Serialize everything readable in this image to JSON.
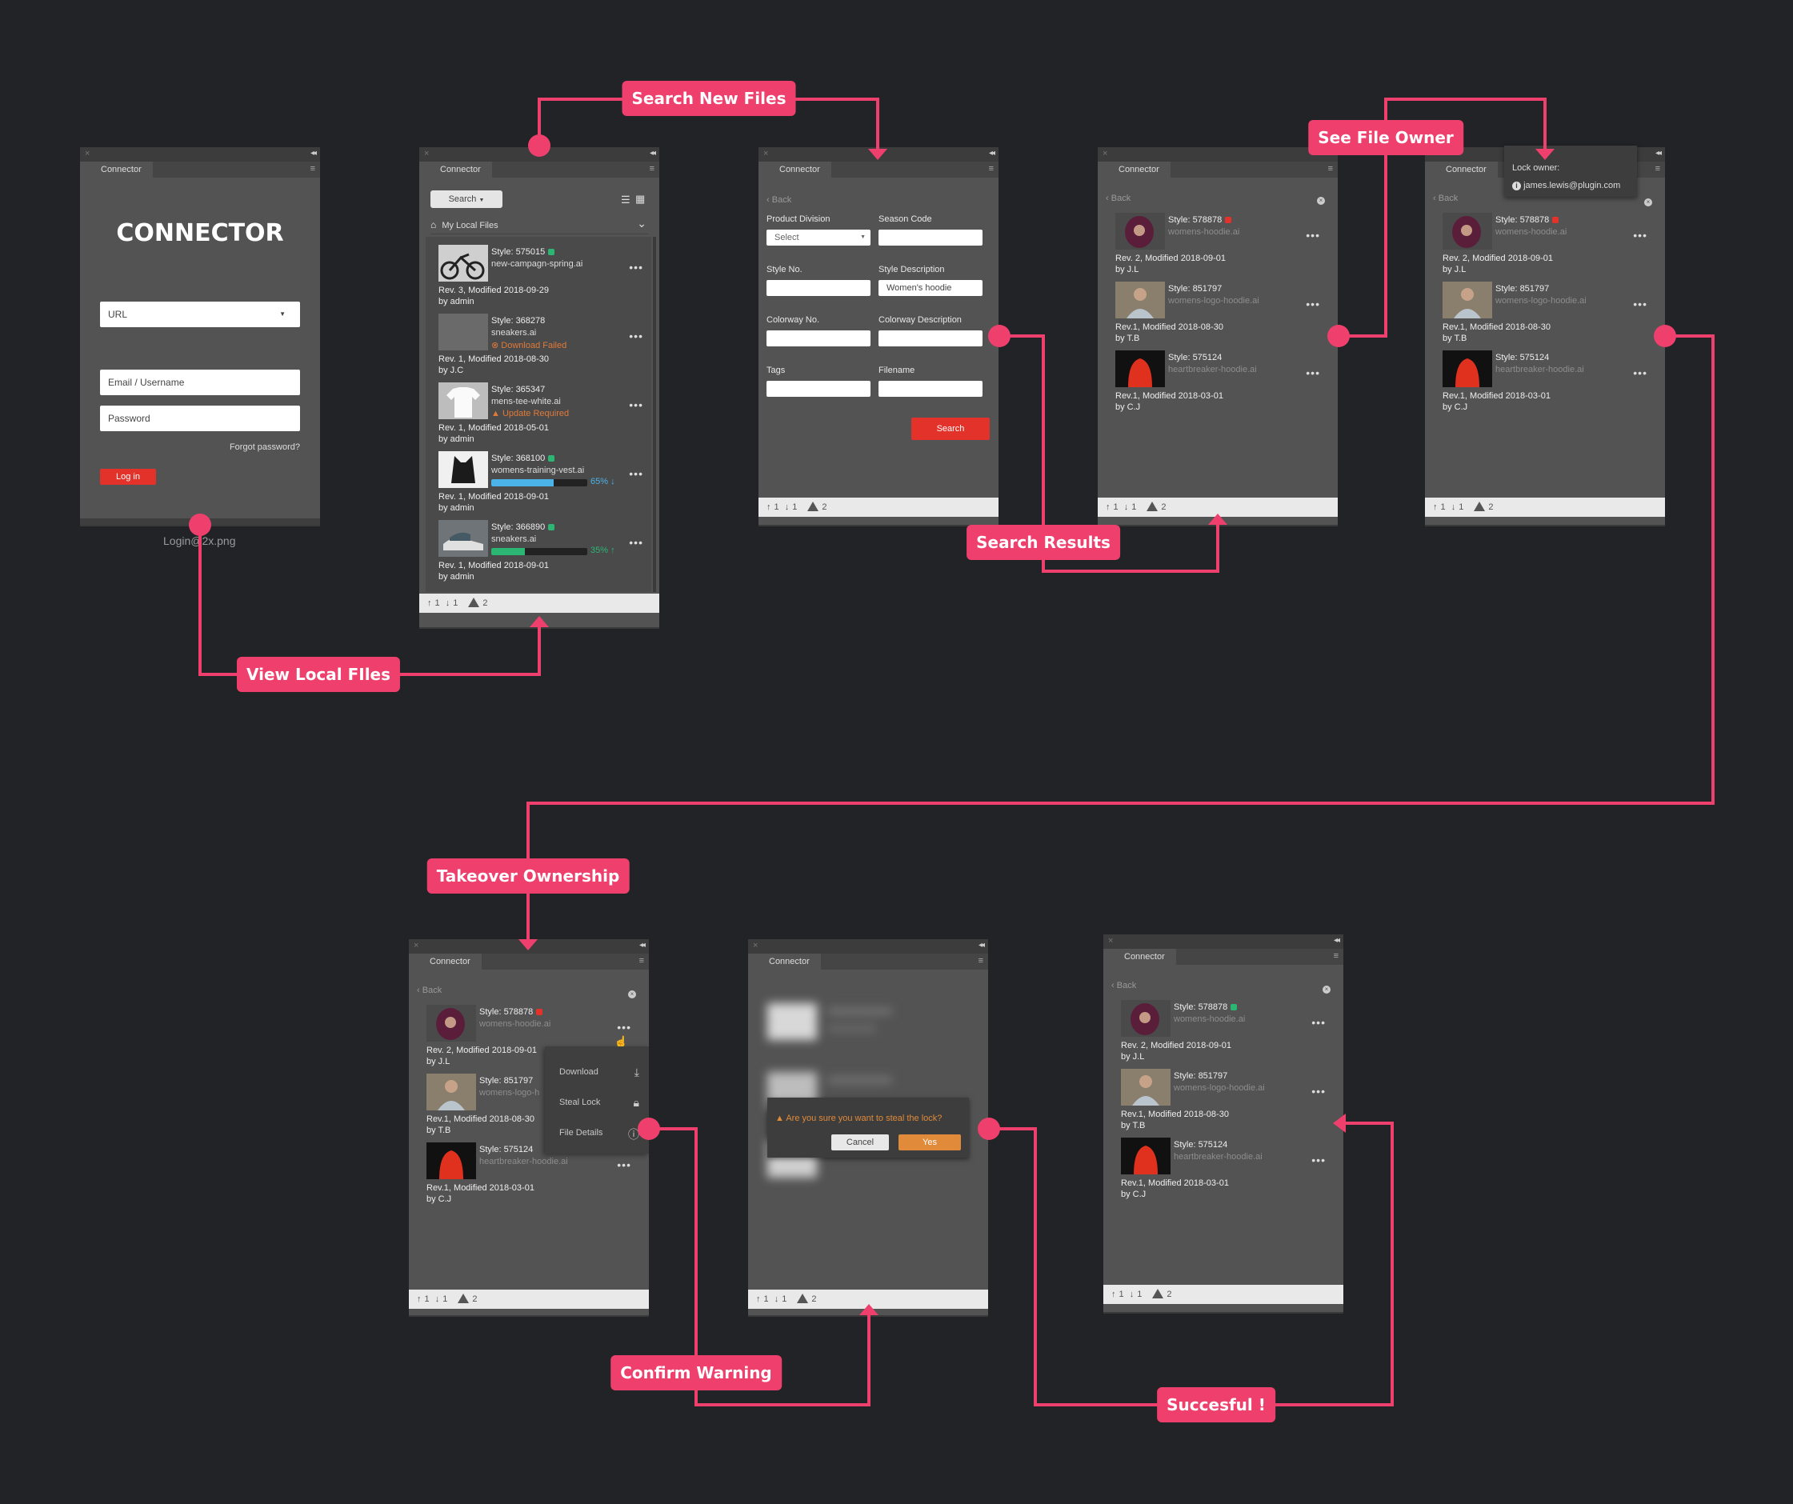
{
  "colors": {
    "accent": "#ee3f6d",
    "red": "#e2322a",
    "green": "#2bb673",
    "blue": "#4cb3e8",
    "orange": "#e08a3a"
  },
  "caption": "Login@2x.png",
  "flow_labels": {
    "search_new_files": "Search New Files",
    "see_file_owner": "See File Owner",
    "search_results": "Search Results",
    "view_local_files": "View Local FIles",
    "takeover_ownership": "Takeover Ownership",
    "confirm_warning": "Confirm Warning",
    "succesful": "Succesful !"
  },
  "common": {
    "tab": "Connector",
    "back": "Back",
    "footer": {
      "up": "1",
      "down": "1",
      "warn": "2"
    }
  },
  "login": {
    "title": "CONNECTOR",
    "url_placeholder": "URL",
    "email_placeholder": "Email / Username",
    "password_placeholder": "Password",
    "forgot": "Forgot password?",
    "login_btn": "Log in"
  },
  "local": {
    "search_btn": "Search",
    "folder": "My Local Files",
    "items": [
      {
        "style": "Style: 575015",
        "file": "new-campagn-spring.ai",
        "rev": "Rev. 3, Modified 2018-09-29",
        "by": "by admin"
      },
      {
        "style": "Style: 368278",
        "file": "sneakers.ai",
        "status": "Download Failed",
        "rev": "Rev. 1, Modified 2018-08-30",
        "by": "by J.C"
      },
      {
        "style": "Style: 365347",
        "file": "mens-tee-white.ai",
        "status": "Update Required",
        "rev": "Rev. 1, Modified 2018-05-01",
        "by": "by admin"
      },
      {
        "style": "Style: 368100",
        "file": "womens-training-vest.ai",
        "pct": "65%",
        "progress": 0.65,
        "rev": "Rev. 1, Modified 2018-09-01",
        "by": "by admin"
      },
      {
        "style": "Style: 366890",
        "file": "sneakers.ai",
        "pct": "35%",
        "progress": 0.35,
        "rev": "Rev. 1, Modified 2018-09-01",
        "by": "by admin"
      }
    ]
  },
  "search": {
    "product_division": "Product Division",
    "select": "Select",
    "season_code": "Season Code",
    "style_no": "Style No.",
    "style_description": "Style Description",
    "style_description_value": "Women's hoodie",
    "colorway_no": "Colorway No.",
    "colorway_description": "Colorway Description",
    "tags": "Tags",
    "filename": "Filename",
    "search_btn": "Search"
  },
  "results": [
    {
      "style": "Style: 578878",
      "file": "womens-hoodie.ai",
      "rev": "Rev. 2, Modified 2018-09-01",
      "by": "by J.L"
    },
    {
      "style": "Style: 851797",
      "file": "womens-logo-hoodie.ai",
      "rev": "Rev.1, Modified 2018-08-30",
      "by": "by T.B"
    },
    {
      "style": "Style: 575124",
      "file": "heartbreaker-hoodie.ai",
      "rev": "Rev.1, Modified 2018-03-01",
      "by": "by C.J"
    }
  ],
  "owner_popup": {
    "label": "Lock owner:",
    "email": "james.lewis@plugin.com"
  },
  "context_menu": {
    "download": "Download",
    "steal_lock": "Steal Lock",
    "file_details": "File Details",
    "womens_logo_short": "womens-logo-h"
  },
  "confirm": {
    "message": "Are you sure you want to steal the lock?",
    "cancel": "Cancel",
    "yes": "Yes"
  }
}
